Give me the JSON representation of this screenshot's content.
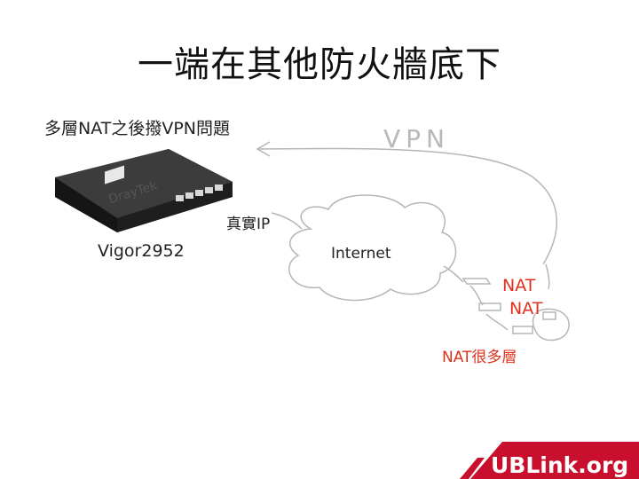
{
  "slide": {
    "title": "一端在其他防火牆底下",
    "subtitle": "多層NAT之後撥VPN問題",
    "model_label": "Vigor2952",
    "real_ip_label": "真實IP",
    "internet_label": "Internet",
    "vpn_label": "VPN",
    "nat_label_1": "NAT",
    "nat_label_2": "NAT",
    "nat_label_3": "NAT很多層",
    "device_brand": "DrayTek",
    "footer_brand": "UBLink.org"
  },
  "colors": {
    "nat_text": "#e0301e",
    "footer_red": "#c8102e",
    "sketch_line": "#b5b5b5"
  }
}
